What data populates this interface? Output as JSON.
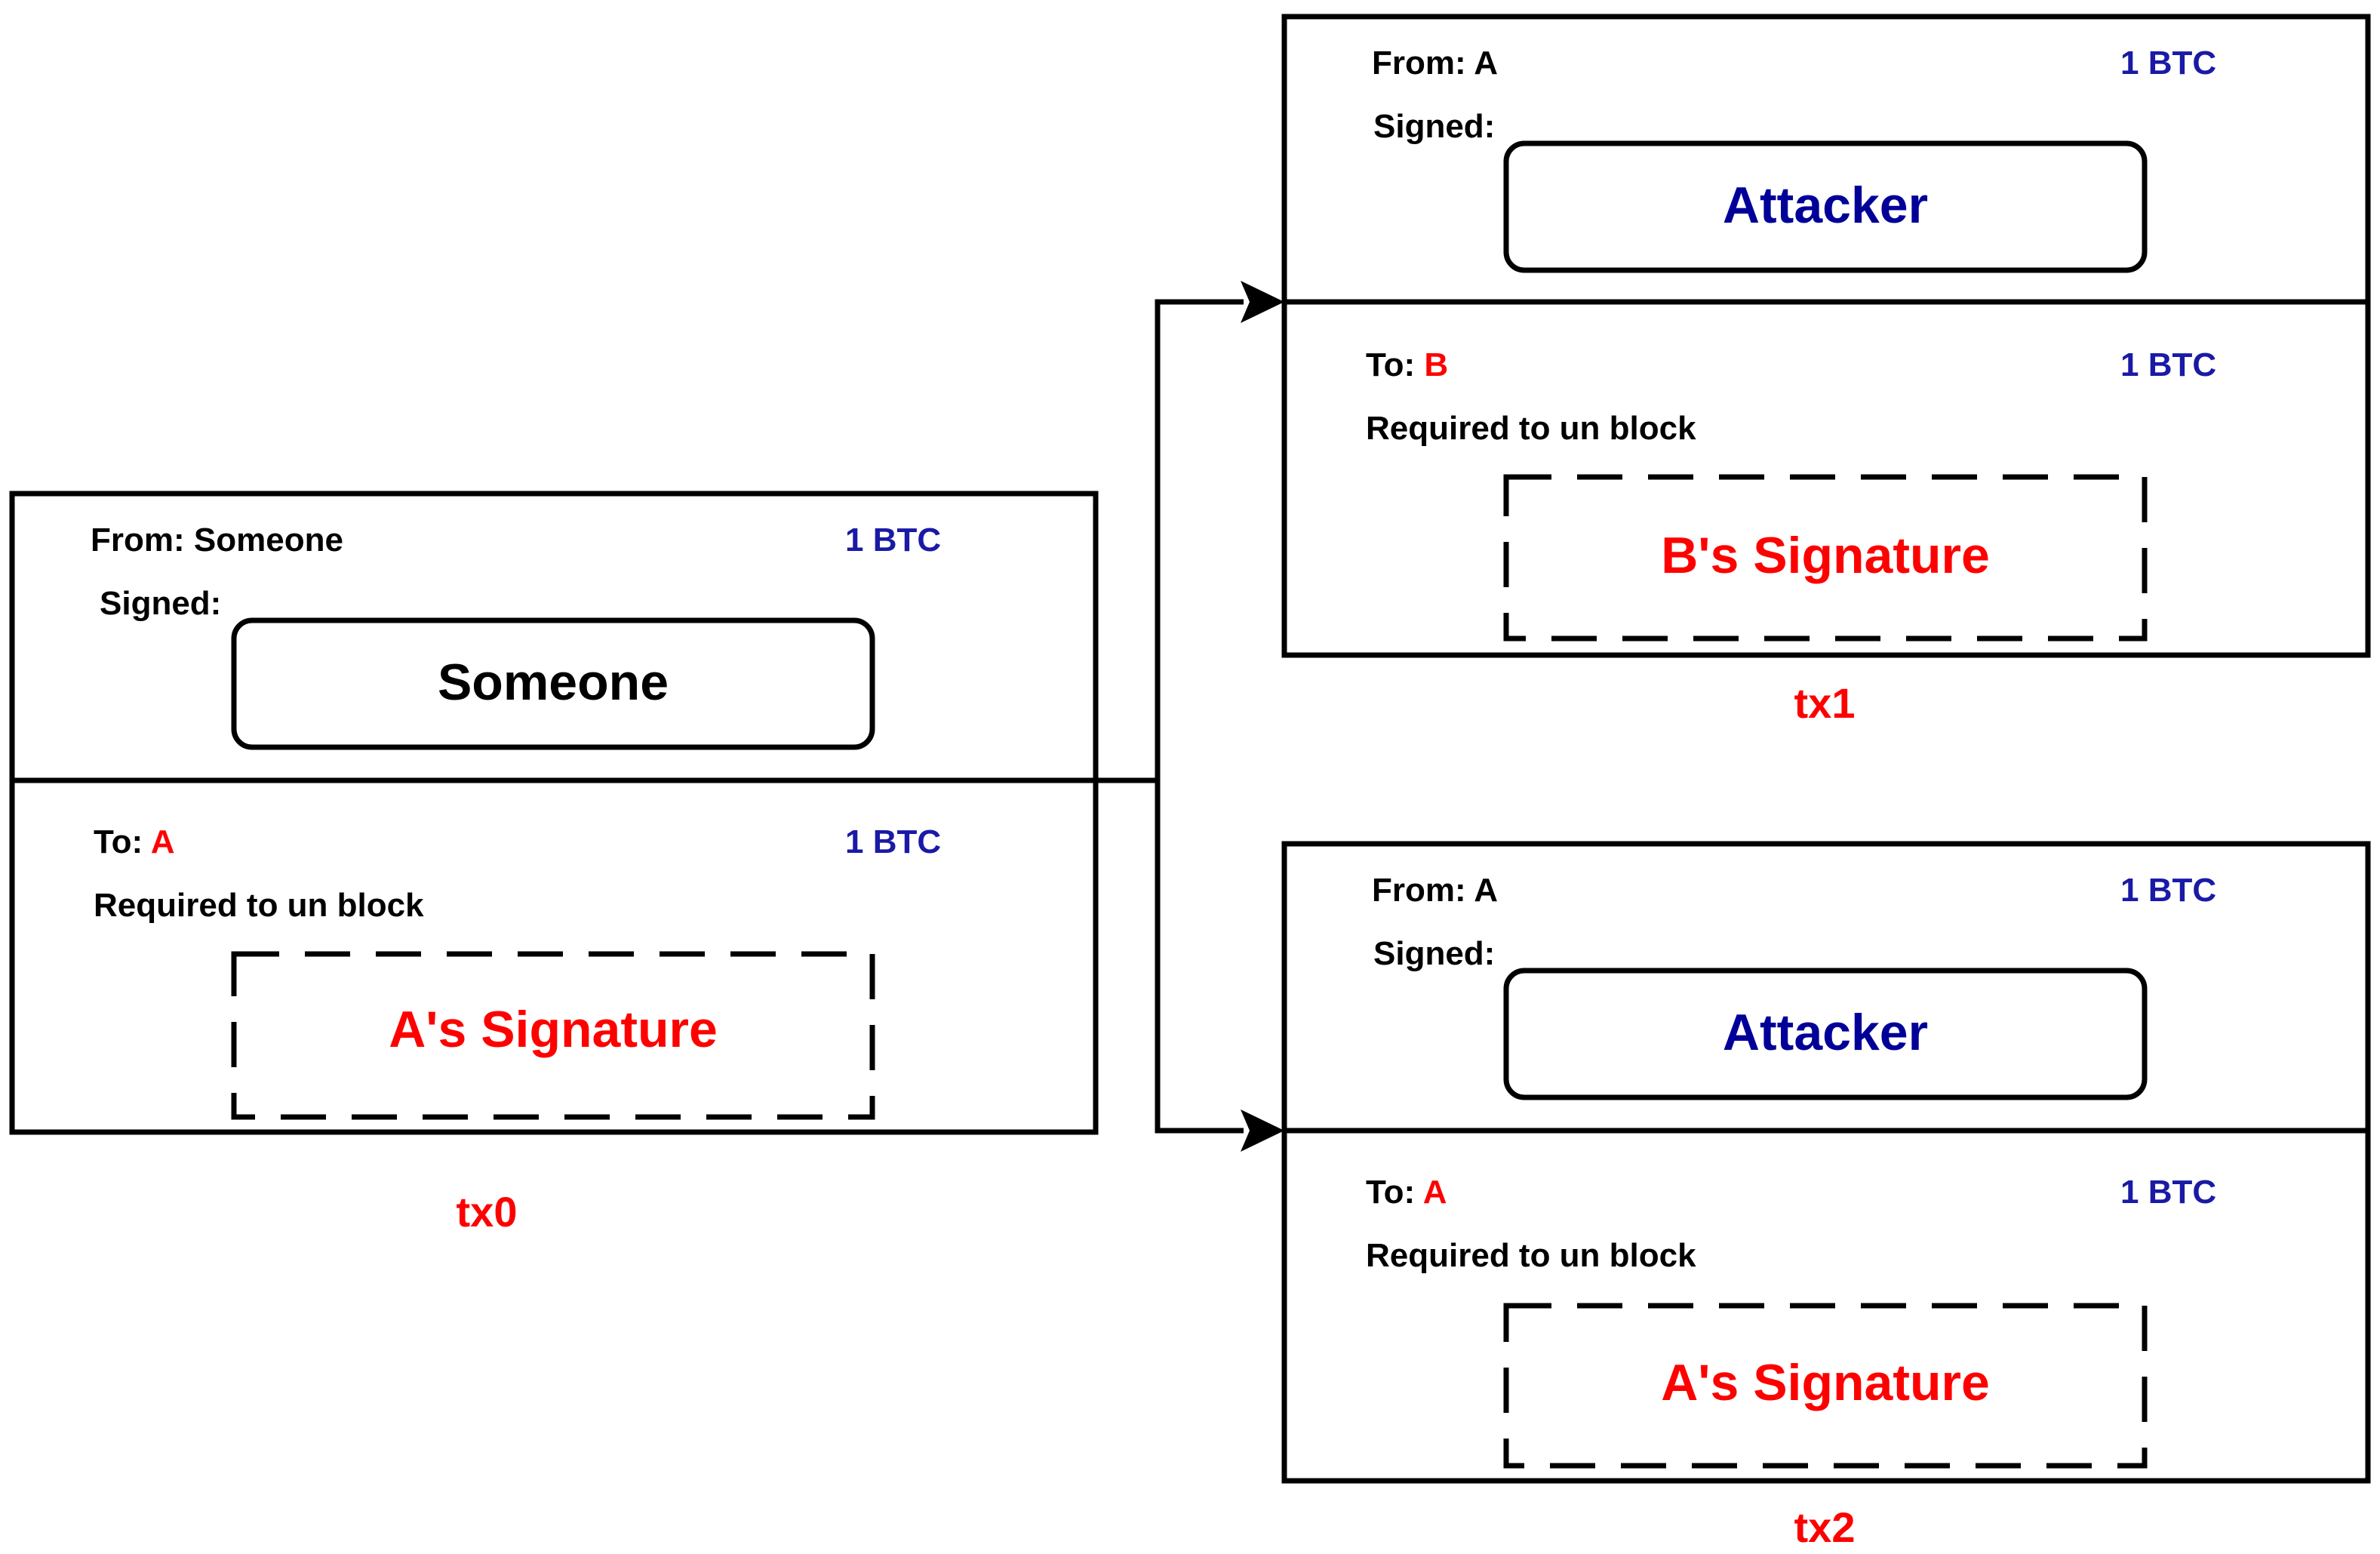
{
  "colors": {
    "stroke": "#000000",
    "red": "#ff0000",
    "btc_blue": "#1a1aa6",
    "attacker_navy": "#000099"
  },
  "tx0": {
    "from_label": "From: Someone",
    "from_amount": "1 BTC",
    "signed_label": "Signed:",
    "signer": "Someone",
    "to_prefix": "To:",
    "to_recipient": "A",
    "to_amount": "1 BTC",
    "required_label": "Required to un block",
    "required_signature": "A's Signature",
    "caption": "tx0"
  },
  "tx1": {
    "from_label": "From: A",
    "from_amount": "1 BTC",
    "signed_label": "Signed:",
    "signer": "Attacker",
    "to_prefix": "To:",
    "to_recipient": "B",
    "to_amount": "1 BTC",
    "required_label": "Required to un block",
    "required_signature": "B's Signature",
    "caption": "tx1"
  },
  "tx2": {
    "from_label": "From: A",
    "from_amount": "1 BTC",
    "signed_label": "Signed:",
    "signer": "Attacker",
    "to_prefix": "To:",
    "to_recipient": "A",
    "to_amount": "1 BTC",
    "required_label": "Required to un block",
    "required_signature": "A's Signature",
    "caption": "tx2"
  }
}
